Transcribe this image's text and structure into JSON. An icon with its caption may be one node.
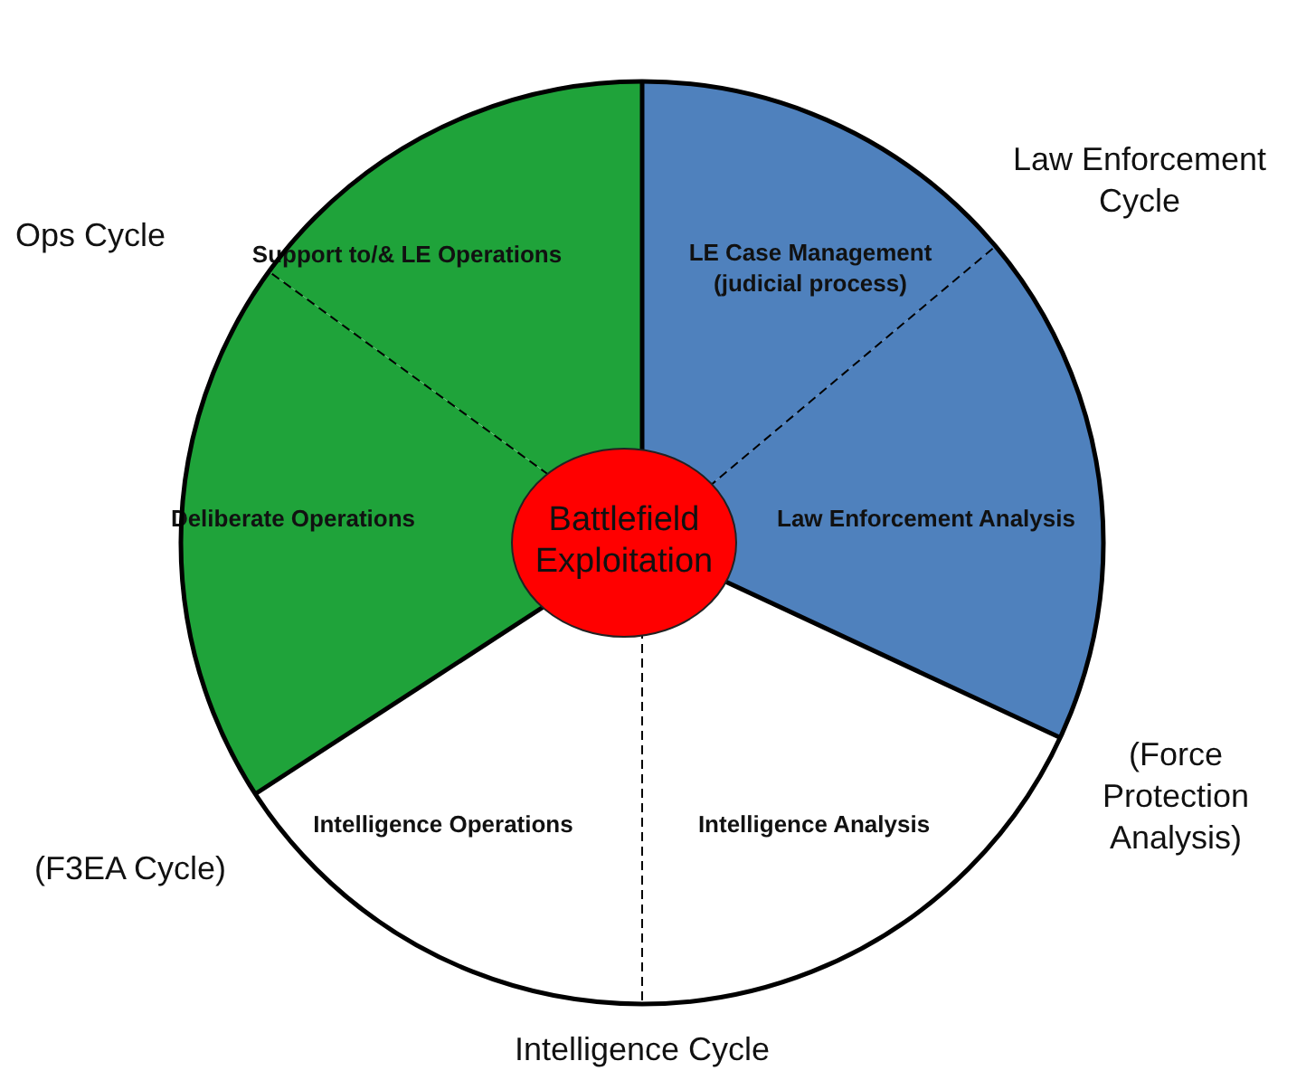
{
  "diagram": {
    "nodes": [
      {
        "text": [
          "Support to/& LE Operations"
        ]
      },
      {
        "text": [
          "LE Case Management (judicial process)"
        ]
      },
      {
        "text": [
          "Deliberate Operations"
        ]
      },
      {
        "text": [
          "Law Enforcement Analysis"
        ]
      },
      {
        "text": [
          "Intelligence Operations"
        ]
      },
      {
        "text": [
          "Intelligence Analysis"
        ]
      },
      {
        "text": [
          "Battlefield Exploitation"
        ]
      }
    ],
    "labels": [
      "Ops Cycle",
      "Law Enforcement Cycle",
      "(Force Protection Analysis)",
      "(F3EA Cycle)",
      "Intelligence Cycle"
    ]
  }
}
